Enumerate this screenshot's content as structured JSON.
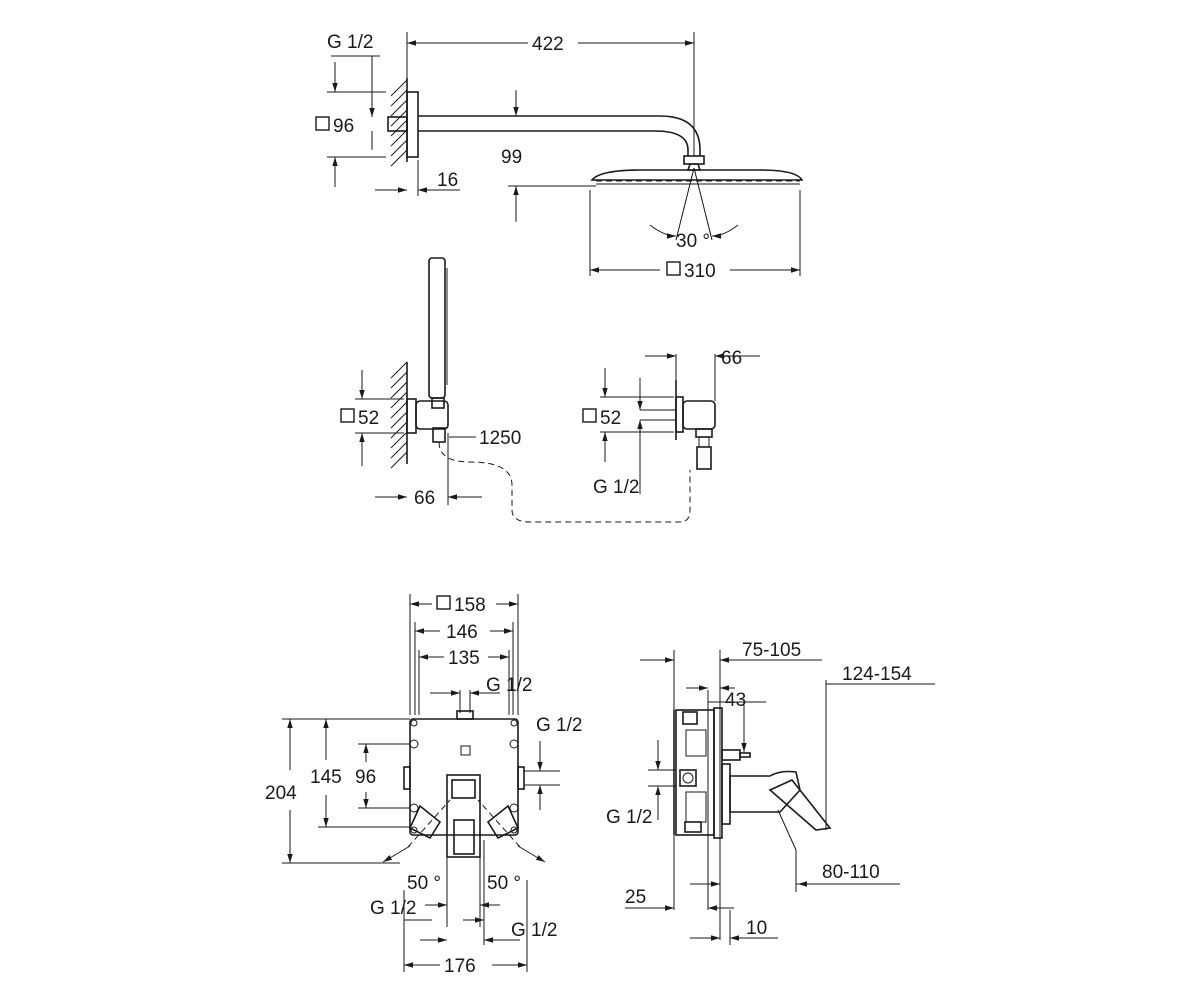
{
  "dimensions": {
    "top_width": "422",
    "flange": "96",
    "thread_top": "G 1/2",
    "wall_gap": "16",
    "drop": "99",
    "tilt": "30 °",
    "head_size": "310",
    "holder_flange": "52",
    "holder_depth": "66",
    "hose_length": "1250",
    "elbow_flange": "52",
    "elbow_depth": "66",
    "elbow_thread": "G 1/2",
    "plate_size": "158",
    "plate_w_146": "146",
    "plate_w_135": "135",
    "body_thread_top": "G 1/2",
    "body_thread_right": "G 1/2",
    "height_204": "204",
    "height_145": "145",
    "height_96": "96",
    "angle_left": "50 °",
    "angle_right": "50 °",
    "thread_bottom_left": "G 1/2",
    "thread_bottom_right": "G 1/2",
    "base_width": "176",
    "install_depth": "75-105",
    "projection": "124-154",
    "offset_43": "43",
    "side_thread": "G 1/2",
    "depth_80_110": "80-110",
    "depth_25": "25",
    "depth_10": "10"
  }
}
